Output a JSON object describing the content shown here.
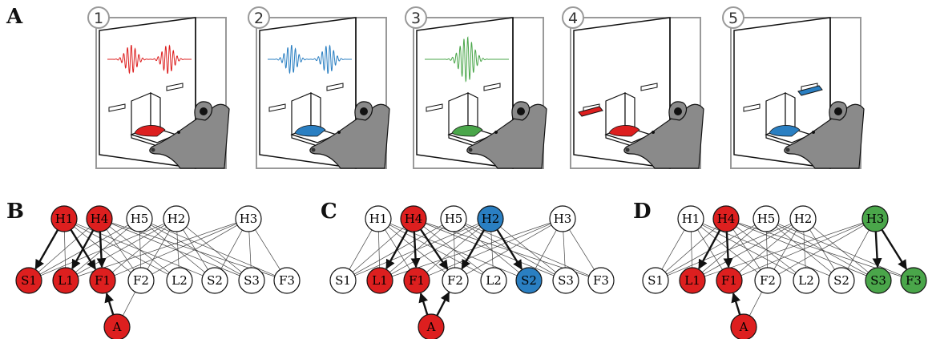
{
  "labels": {
    "A": "A",
    "B": "B",
    "C": "C",
    "D": "D"
  },
  "colors": {
    "red": "#dd1f1f",
    "blue": "#2a7fc2",
    "green": "#4aa64a",
    "gray": "#999999",
    "rat": "#8a8a8a"
  },
  "scenes": [
    {
      "step": "1",
      "signal_color": "red",
      "signal_type": "double",
      "bowl_color": "red",
      "lever": null
    },
    {
      "step": "2",
      "signal_color": "blue",
      "signal_type": "double",
      "bowl_color": "blue",
      "lever": null
    },
    {
      "step": "3",
      "signal_color": "green",
      "signal_type": "single",
      "bowl_color": "green",
      "lever": null
    },
    {
      "step": "4",
      "signal_color": null,
      "signal_type": null,
      "bowl_color": "red",
      "lever": {
        "side": "left",
        "color": "red"
      }
    },
    {
      "step": "5",
      "signal_color": null,
      "signal_type": null,
      "bowl_color": "blue",
      "lever": {
        "side": "right",
        "color": "blue"
      }
    }
  ],
  "network": {
    "hidden_labels": [
      "H1",
      "H4",
      "H5",
      "H2",
      "H3"
    ],
    "output_labels": [
      "S1",
      "L1",
      "F1",
      "F2",
      "L2",
      "S2",
      "S3",
      "F3"
    ],
    "input_label": "A"
  },
  "panels": [
    {
      "label": "B",
      "hidden_colors": [
        "red",
        "red",
        null,
        null,
        null
      ],
      "output_colors": [
        "red",
        "red",
        "red",
        null,
        null,
        null,
        null,
        null
      ],
      "input_color": "red",
      "bold_edges": [
        [
          "H1",
          "S1"
        ],
        [
          "H1",
          "F1"
        ],
        [
          "H4",
          "L1"
        ],
        [
          "H4",
          "F1"
        ],
        [
          "A",
          "F1"
        ]
      ],
      "input_edges": [
        [
          "A",
          "F1"
        ]
      ]
    },
    {
      "label": "C",
      "hidden_colors": [
        null,
        "red",
        null,
        "blue",
        null
      ],
      "output_colors": [
        null,
        "red",
        "red",
        null,
        null,
        "blue",
        null,
        null
      ],
      "input_color": "red",
      "bold_edges": [
        [
          "H4",
          "L1"
        ],
        [
          "H4",
          "F1"
        ],
        [
          "H4",
          "F2"
        ],
        [
          "H2",
          "F2"
        ],
        [
          "H2",
          "S2"
        ]
      ],
      "input_edges": [
        [
          "A",
          "F1"
        ],
        [
          "A",
          "F2"
        ]
      ]
    },
    {
      "label": "D",
      "hidden_colors": [
        null,
        "red",
        null,
        null,
        "green"
      ],
      "output_colors": [
        null,
        "red",
        "red",
        null,
        null,
        null,
        "green",
        "green"
      ],
      "input_color": "red",
      "bold_edges": [
        [
          "H4",
          "L1"
        ],
        [
          "H4",
          "F1"
        ],
        [
          "H3",
          "S3"
        ],
        [
          "H3",
          "F3"
        ]
      ],
      "input_edges": [
        [
          "A",
          "F1"
        ]
      ]
    }
  ]
}
